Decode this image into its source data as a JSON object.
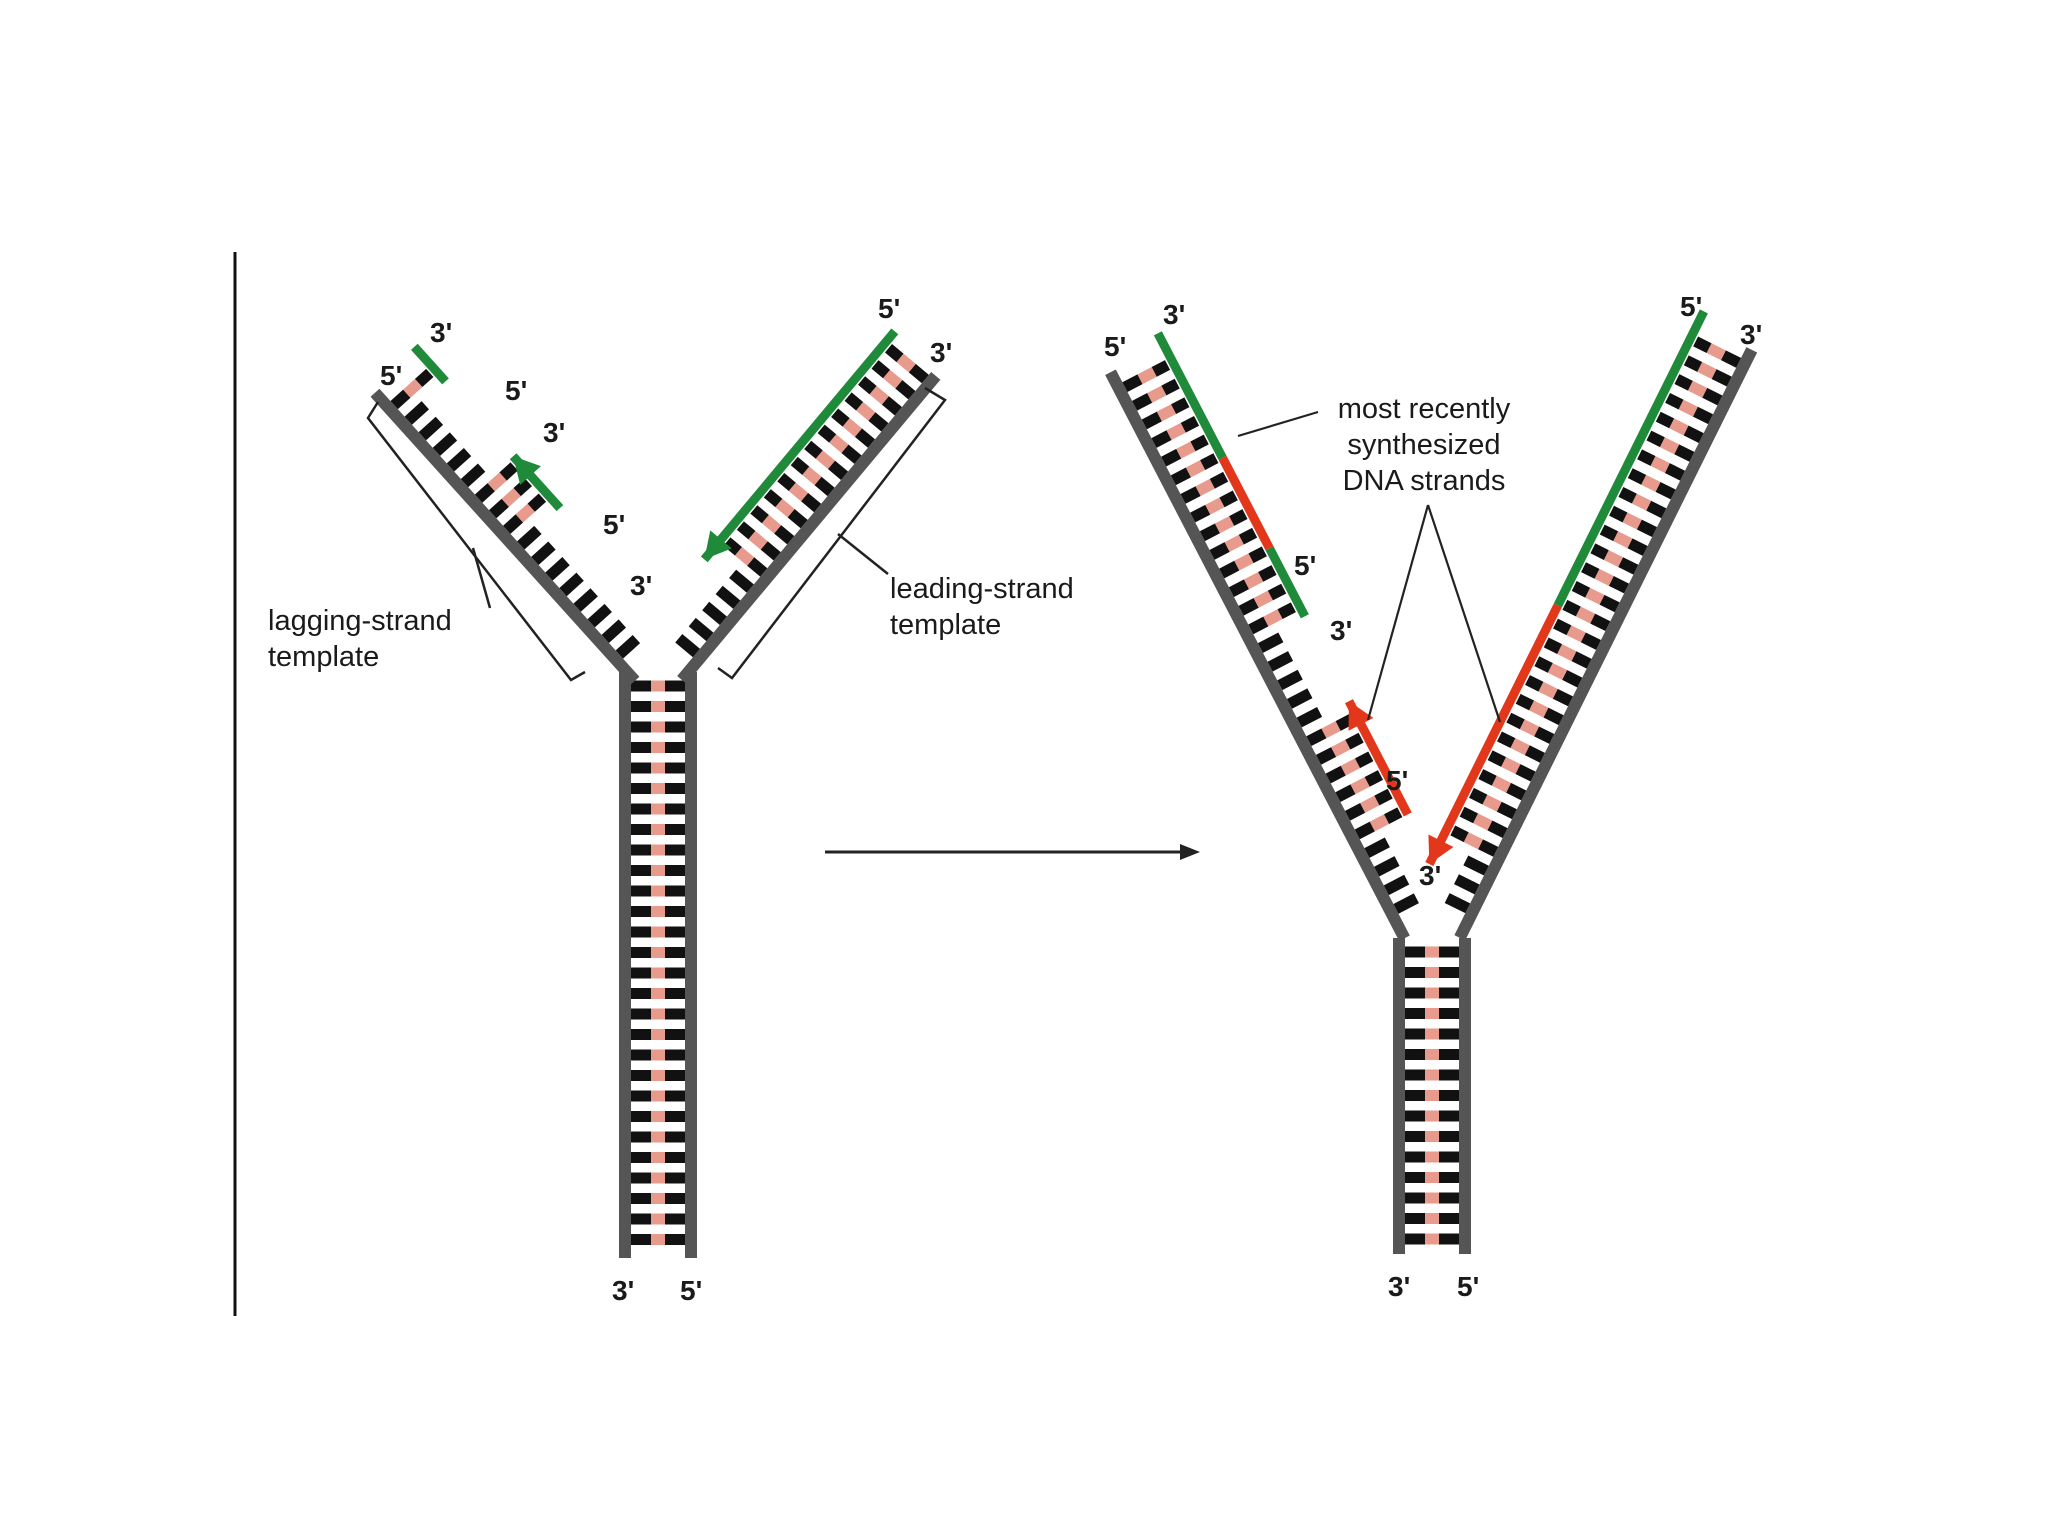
{
  "colors": {
    "backbone": "#555555",
    "base": "#111111",
    "base_pair": "#e89a8c",
    "older_strand": "#1f8a3a",
    "recent_strand": "#e2371b",
    "line": "#222222"
  },
  "left_fork": {
    "labels": {
      "lag_tip_3": "3'",
      "lag_tip_5": "5'",
      "okazaki1_5": "5'",
      "okazaki2_3": "3'",
      "okazaki2_5": "5'",
      "lead_tip_5": "5'",
      "lead_tip_3": "3'",
      "lead_growing_3": "3'",
      "stem_bottom_3": "3'",
      "stem_bottom_5": "5'"
    },
    "lagging_template_label": [
      "lagging-strand",
      "template"
    ],
    "leading_template_label": [
      "leading-strand",
      "template"
    ]
  },
  "right_fork": {
    "labels": {
      "lag_tip_5": "5'",
      "lag_tip_3": "3'",
      "okazaki1_5": "5'",
      "okazaki2_3": "3'",
      "okazaki2_5": "5'",
      "lead_tip_5": "5'",
      "lead_tip_3": "3'",
      "lead_growing_3": "3'",
      "stem_bottom_3": "3'",
      "stem_bottom_5": "5'"
    },
    "recent_label": [
      "most recently",
      "synthesized",
      "DNA strands"
    ]
  }
}
